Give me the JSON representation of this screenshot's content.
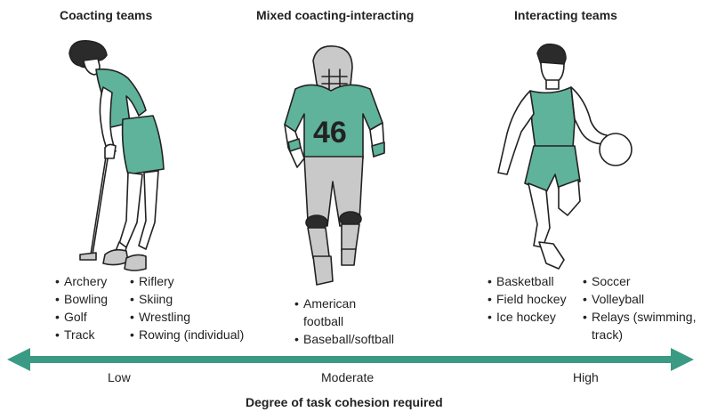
{
  "columns": {
    "coacting": {
      "heading": "Coacting teams",
      "figure": "golfer-illustration",
      "left_list": [
        "Archery",
        "Bowling",
        "Golf",
        "Track"
      ],
      "right_list": [
        "Riflery",
        "Skiing",
        "Wrestling",
        "Rowing (individual)"
      ]
    },
    "mixed": {
      "heading": "Mixed coacting-interacting",
      "figure": "football-player-illustration",
      "jersey_number": "46",
      "list": [
        "American football",
        "Baseball/softball"
      ]
    },
    "interacting": {
      "heading": "Interacting teams",
      "figure": "basketball-player-illustration",
      "left_list": [
        "Basketball",
        "Field hockey",
        "Ice hockey"
      ],
      "right_list": [
        "Soccer",
        "Volleyball",
        "Relays (swimming, track)"
      ]
    }
  },
  "scale": {
    "low": "Low",
    "moderate": "Moderate",
    "high": "High",
    "title": "Degree of task cohesion required",
    "arrow_color": "#3a9a84"
  },
  "colors": {
    "teal": "#5fb39a",
    "outline": "#222222",
    "skin": "#ffffff",
    "gray": "#c9c9c9"
  }
}
